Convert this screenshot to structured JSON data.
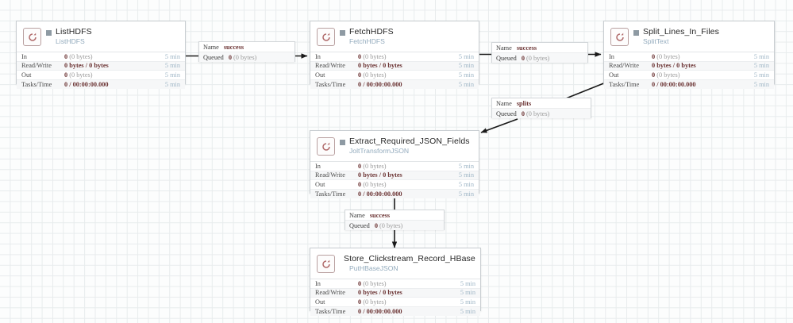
{
  "canvas": {
    "grid": true,
    "background_color": "#fcfdfd",
    "grid_color": "#e8eced"
  },
  "colors": {
    "node_border": "#c8cdd1",
    "node_background": "#ffffff",
    "title_text": "#262626",
    "type_text": "#93abbd",
    "stat_value": "#6b3333",
    "stat_time": "#9fb6c6",
    "run_status_stopped": "#8e9aa3",
    "icon_border": "#b9a0a0",
    "edge": "#1a1a1a"
  },
  "stat_labels": {
    "in": "In",
    "read_write": "Read/Write",
    "out": "Out",
    "tasks_time": "Tasks/Time"
  },
  "processors": [
    {
      "id": "list-hdfs",
      "name": "ListHDFS",
      "type": "ListHDFS",
      "icon": "processor-cycle-icon",
      "run_status": "stopped",
      "stats": {
        "in": "0 (0 bytes)",
        "in_value": "0",
        "in_suffix": "(0 bytes)",
        "read_write": "0 bytes / 0 bytes",
        "out_value": "0",
        "out_suffix": "(0 bytes)",
        "tasks_time": "0 / 00:00:00.000",
        "in_time": "5 min",
        "read_write_time": "5 min",
        "out_time": "5 min",
        "tasks_time_time": "5 min"
      }
    },
    {
      "id": "fetch-hdfs",
      "name": "FetchHDFS",
      "type": "FetchHDFS",
      "icon": "processor-cycle-icon",
      "run_status": "stopped",
      "stats": {
        "in_value": "0",
        "in_suffix": "(0 bytes)",
        "read_write": "0 bytes / 0 bytes",
        "out_value": "0",
        "out_suffix": "(0 bytes)",
        "tasks_time": "0 / 00:00:00.000",
        "in_time": "5 min",
        "read_write_time": "5 min",
        "out_time": "5 min",
        "tasks_time_time": "5 min"
      }
    },
    {
      "id": "split-lines",
      "name": "Split_Lines_In_Files",
      "type": "SplitText",
      "icon": "processor-cycle-icon",
      "run_status": "stopped",
      "stats": {
        "in_value": "0",
        "in_suffix": "(0 bytes)",
        "read_write": "0 bytes / 0 bytes",
        "out_value": "0",
        "out_suffix": "(0 bytes)",
        "tasks_time": "0 / 00:00:00.000",
        "in_time": "5 min",
        "read_write_time": "5 min",
        "out_time": "5 min",
        "tasks_time_time": "5 min"
      }
    },
    {
      "id": "extract-json",
      "name": "Extract_Required_JSON_Fields",
      "type": "JoltTransformJSON",
      "icon": "processor-cycle-icon",
      "run_status": "stopped",
      "stats": {
        "in_value": "0",
        "in_suffix": "(0 bytes)",
        "read_write": "0 bytes / 0 bytes",
        "out_value": "0",
        "out_suffix": "(0 bytes)",
        "tasks_time": "0 / 00:00:00.000",
        "in_time": "5 min",
        "read_write_time": "5 min",
        "out_time": "5 min",
        "tasks_time_time": "5 min"
      }
    },
    {
      "id": "store-hbase",
      "name": "Store_Clickstream_Record_HBase",
      "type": "PutHBaseJSON",
      "icon": "processor-cycle-icon",
      "run_status": "stopped",
      "stats": {
        "in_value": "0",
        "in_suffix": "(0 bytes)",
        "read_write": "0 bytes / 0 bytes",
        "out_value": "0",
        "out_suffix": "(0 bytes)",
        "tasks_time": "0 / 00:00:00.000",
        "in_time": "5 min",
        "read_write_time": "5 min",
        "out_time": "5 min",
        "tasks_time_time": "5 min"
      }
    }
  ],
  "connections": [
    {
      "id": "conn-list-to-fetch",
      "name_key": "Name",
      "name_value": "success",
      "queued_key": "Queued",
      "queued_value": "0",
      "queued_suffix": "(0 bytes)",
      "source": "ListHDFS",
      "target": "FetchHDFS"
    },
    {
      "id": "conn-fetch-to-split",
      "name_key": "Name",
      "name_value": "success",
      "queued_key": "Queued",
      "queued_value": "0",
      "queued_suffix": "(0 bytes)",
      "source": "FetchHDFS",
      "target": "Split_Lines_In_Files"
    },
    {
      "id": "conn-split-to-extract",
      "name_key": "Name",
      "name_value": "splits",
      "queued_key": "Queued",
      "queued_value": "0",
      "queued_suffix": "(0 bytes)",
      "source": "Split_Lines_In_Files",
      "target": "Extract_Required_JSON_Fields"
    },
    {
      "id": "conn-extract-to-store",
      "name_key": "Name",
      "name_value": "success",
      "queued_key": "Queued",
      "queued_value": "0",
      "queued_suffix": "(0 bytes)",
      "source": "Extract_Required_JSON_Fields",
      "target": "Store_Clickstream_Record_HBase"
    }
  ]
}
